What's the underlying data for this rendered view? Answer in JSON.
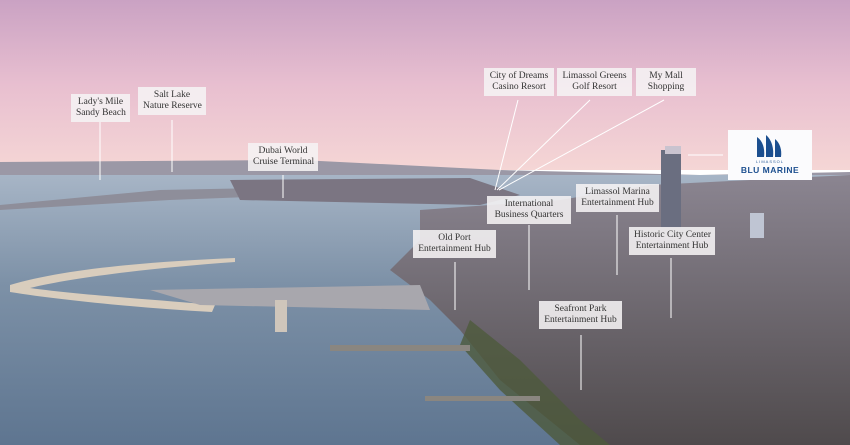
{
  "photo": {
    "sky_colors": [
      "#d9aec7",
      "#ecc2cf",
      "#f6d6d6"
    ],
    "sea_color": "#7f93a8"
  },
  "labels": {
    "ladys_mile": [
      "Lady's Mile",
      "Sandy Beach"
    ],
    "salt_lake": [
      "Salt Lake",
      "Nature Reserve"
    ],
    "dubai_world": [
      "Dubai World",
      "Cruise Terminal"
    ],
    "city_of_dreams": [
      "City of Dreams",
      "Casino Resort"
    ],
    "limassol_greens": [
      "Limassol Greens",
      "Golf Resort"
    ],
    "my_mall": [
      "My Mall",
      "Shopping"
    ],
    "international_bq": [
      "International",
      "Business Quarters"
    ],
    "limassol_marina": [
      "Limassol Marina",
      "Entertainment Hub"
    ],
    "old_port": [
      "Old Port",
      "Entertainment Hub"
    ],
    "historic_city": [
      "Historic City Center",
      "Entertainment Hub"
    ],
    "seafront_park": [
      "Seafront Park",
      "Entertainment Hub"
    ]
  },
  "logo": {
    "icon": "sail-icon",
    "small_text": "LIMASSOL",
    "name": "BLU MARINE",
    "brand_color": "#1c4f8f"
  }
}
